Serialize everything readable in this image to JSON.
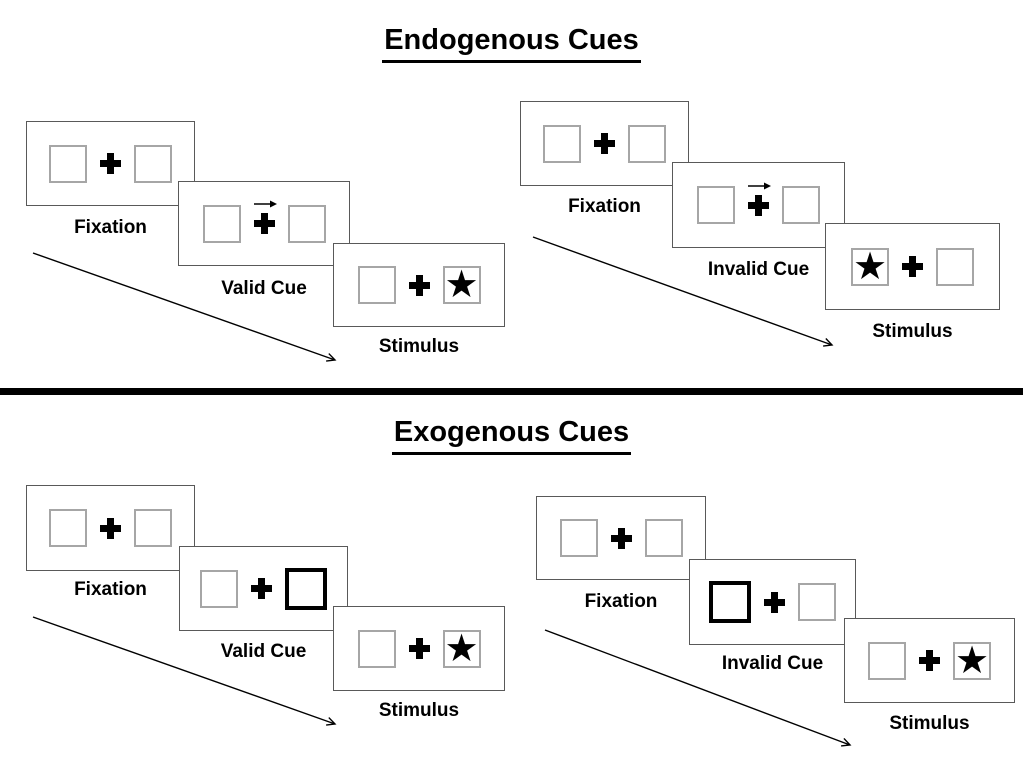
{
  "diagram": {
    "name": "posner-cueing-paradigm",
    "description_visible": false
  },
  "colors": {
    "background": "#ffffff",
    "panel_border": "#595959",
    "box_border": "#a6a6a6",
    "cue_highlight": "#000000",
    "divider": "#000000",
    "text": "#000000"
  },
  "glyphs": {
    "star": "★"
  },
  "sections": [
    {
      "title": "Endogenous Cues",
      "groups": [
        {
          "name": "valid-trial",
          "panels": [
            {
              "label": "Fixation",
              "left_box": "empty",
              "right_box": "empty",
              "cue_arrow": "none"
            },
            {
              "label": "Valid Cue",
              "left_box": "empty",
              "right_box": "empty",
              "cue_arrow": "right"
            },
            {
              "label": "Stimulus",
              "left_box": "empty",
              "right_box": "star",
              "cue_arrow": "none"
            }
          ]
        },
        {
          "name": "invalid-trial",
          "panels": [
            {
              "label": "Fixation",
              "left_box": "empty",
              "right_box": "empty",
              "cue_arrow": "none"
            },
            {
              "label": "Invalid Cue",
              "left_box": "empty",
              "right_box": "empty",
              "cue_arrow": "right"
            },
            {
              "label": "Stimulus",
              "left_box": "star",
              "right_box": "empty",
              "cue_arrow": "none"
            }
          ]
        }
      ]
    },
    {
      "title": "Exogenous Cues",
      "groups": [
        {
          "name": "valid-trial",
          "panels": [
            {
              "label": "Fixation",
              "left_box": "empty",
              "right_box": "empty",
              "cue_arrow": "none"
            },
            {
              "label": "Valid Cue",
              "left_box": "empty",
              "right_box": "highlighted",
              "cue_arrow": "none"
            },
            {
              "label": "Stimulus",
              "left_box": "empty",
              "right_box": "star",
              "cue_arrow": "none"
            }
          ]
        },
        {
          "name": "invalid-trial",
          "panels": [
            {
              "label": "Fixation",
              "left_box": "empty",
              "right_box": "empty",
              "cue_arrow": "none"
            },
            {
              "label": "Invalid Cue",
              "left_box": "highlighted",
              "right_box": "empty",
              "cue_arrow": "none"
            },
            {
              "label": "Stimulus",
              "left_box": "empty",
              "right_box": "star",
              "cue_arrow": "none"
            }
          ]
        }
      ]
    }
  ]
}
